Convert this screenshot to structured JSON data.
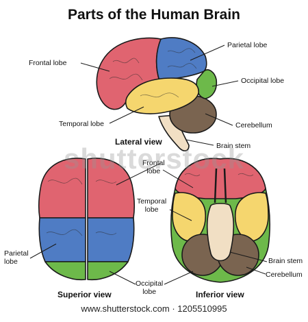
{
  "title": "Parts of the Human Brain",
  "colors": {
    "frontal": "#e06470",
    "parietal": "#4f7cc4",
    "temporal": "#f5d66e",
    "occipital": "#6db94a",
    "cerebellum": "#7a6450",
    "brainstem": "#f1dfc4"
  },
  "lateral": {
    "view_label": "Lateral view",
    "frontal_label": "Frontal lobe",
    "parietal_label": "Parietal lobe",
    "occipital_label": "Occipital lobe",
    "temporal_label": "Temporal lobe",
    "cerebellum_label": "Cerebellum",
    "brainstem_label": "Brain stem"
  },
  "superior": {
    "view_label": "Superior view",
    "parietal_label": "Parietal\nlobe",
    "occipital_label": "Occipital\nlobe"
  },
  "inferior": {
    "view_label": "Inferior view",
    "frontal_label": "Frontal\nlobe",
    "temporal_label": "Temporal\nlobe",
    "brainstem_label": "Brain stem",
    "cerebellum_label": "Cerebellum"
  },
  "watermark": "shutterstock",
  "footer": "www.shutterstock.com · 1205510995"
}
